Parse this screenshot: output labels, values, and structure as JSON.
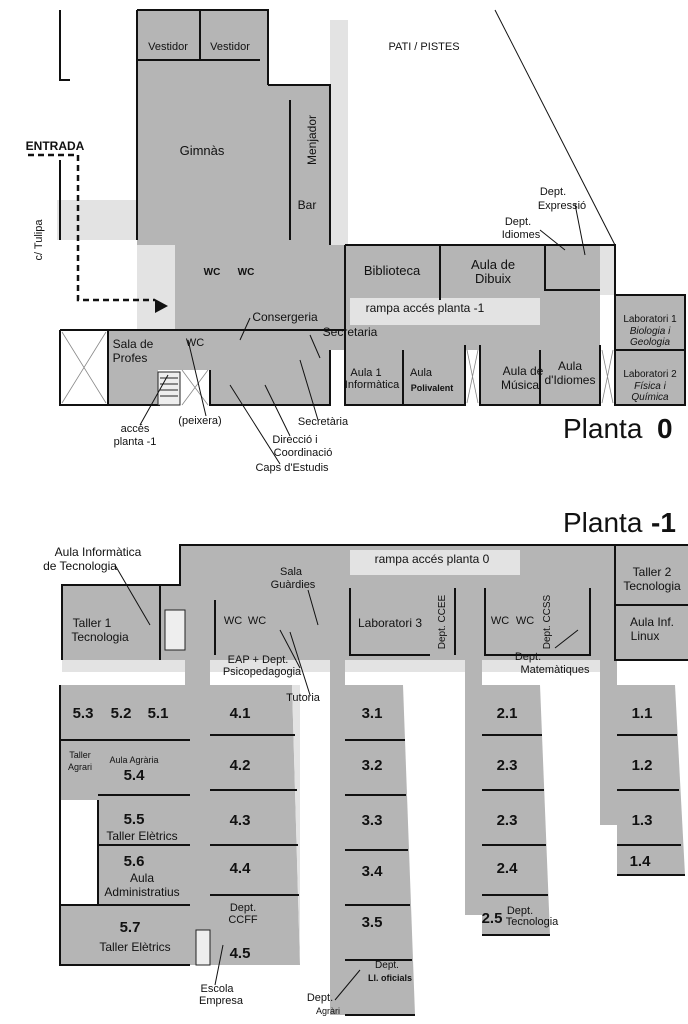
{
  "header": {
    "pati": "PATI / PISTES",
    "entrada": "ENTRADA",
    "street": "c/ Tulipa"
  },
  "planta0": {
    "title": "Planta",
    "number": "0",
    "labels": [
      "Vestidor",
      "Vestidor",
      "Gimnàs",
      "Menjador",
      "Bar",
      "WC",
      "WC",
      "Biblioteca",
      "Aula de",
      "Dibuix",
      "Dept.",
      "Expressió",
      "Dept.",
      "Idiomes",
      "rampa accés planta -1",
      "Consergeria",
      "Secretaria",
      "Sala de",
      "Profes",
      "WC",
      "Aula 1",
      "Informàtica",
      "Aula",
      "Polivalent",
      "Aula de",
      "Música",
      "Aula",
      "d'Idiomes",
      "Laboratori 1",
      "Biologia i",
      "Geologia",
      "Laboratori 2",
      "Física i",
      "Química",
      "accés",
      "planta -1",
      "(peixera)",
      "Secretària",
      "Direcció i",
      "Coordinació",
      "Caps d'Estudis"
    ]
  },
  "planta_1": {
    "title": "Planta",
    "number": "-1",
    "labels": [
      "Aula Informàtica",
      "de Tecnologia",
      "rampa accés planta 0",
      "Taller 2",
      "Tecnologia",
      "Sala",
      "Guàrdies",
      "Taller 1",
      "Tecnologia",
      "WC",
      "WC",
      "Laboratori 3",
      "Dept. CCEE",
      "WC",
      "WC",
      "Dept. CCSS",
      "Aula Inf.",
      "Linux",
      "EAP + Dept.",
      "Psicopedagogia",
      "Tutoria",
      "Dept.",
      "Matemàtiques",
      "5.3",
      "5.2",
      "5.1",
      "4.1",
      "3.1",
      "2.1",
      "1.1",
      "Taller",
      "Agrari",
      "Aula Agrària",
      "5.4",
      "4.2",
      "3.2",
      "2.3",
      "1.2",
      "5.5",
      "Taller Elètrics",
      "4.3",
      "3.3",
      "2.3",
      "1.3",
      "5.6",
      "Aula",
      "Administratius",
      "4.4",
      "3.4",
      "2.4",
      "1.4",
      "Dept.",
      "CCFF",
      "3.5",
      "2.5",
      "Dept.",
      "Tecnologia",
      "5.7",
      "Taller Elètrics",
      "4.5",
      "Dept.",
      "Ll. oficials",
      "Escola",
      "Empresa",
      "Dept.",
      "Agràri"
    ]
  }
}
